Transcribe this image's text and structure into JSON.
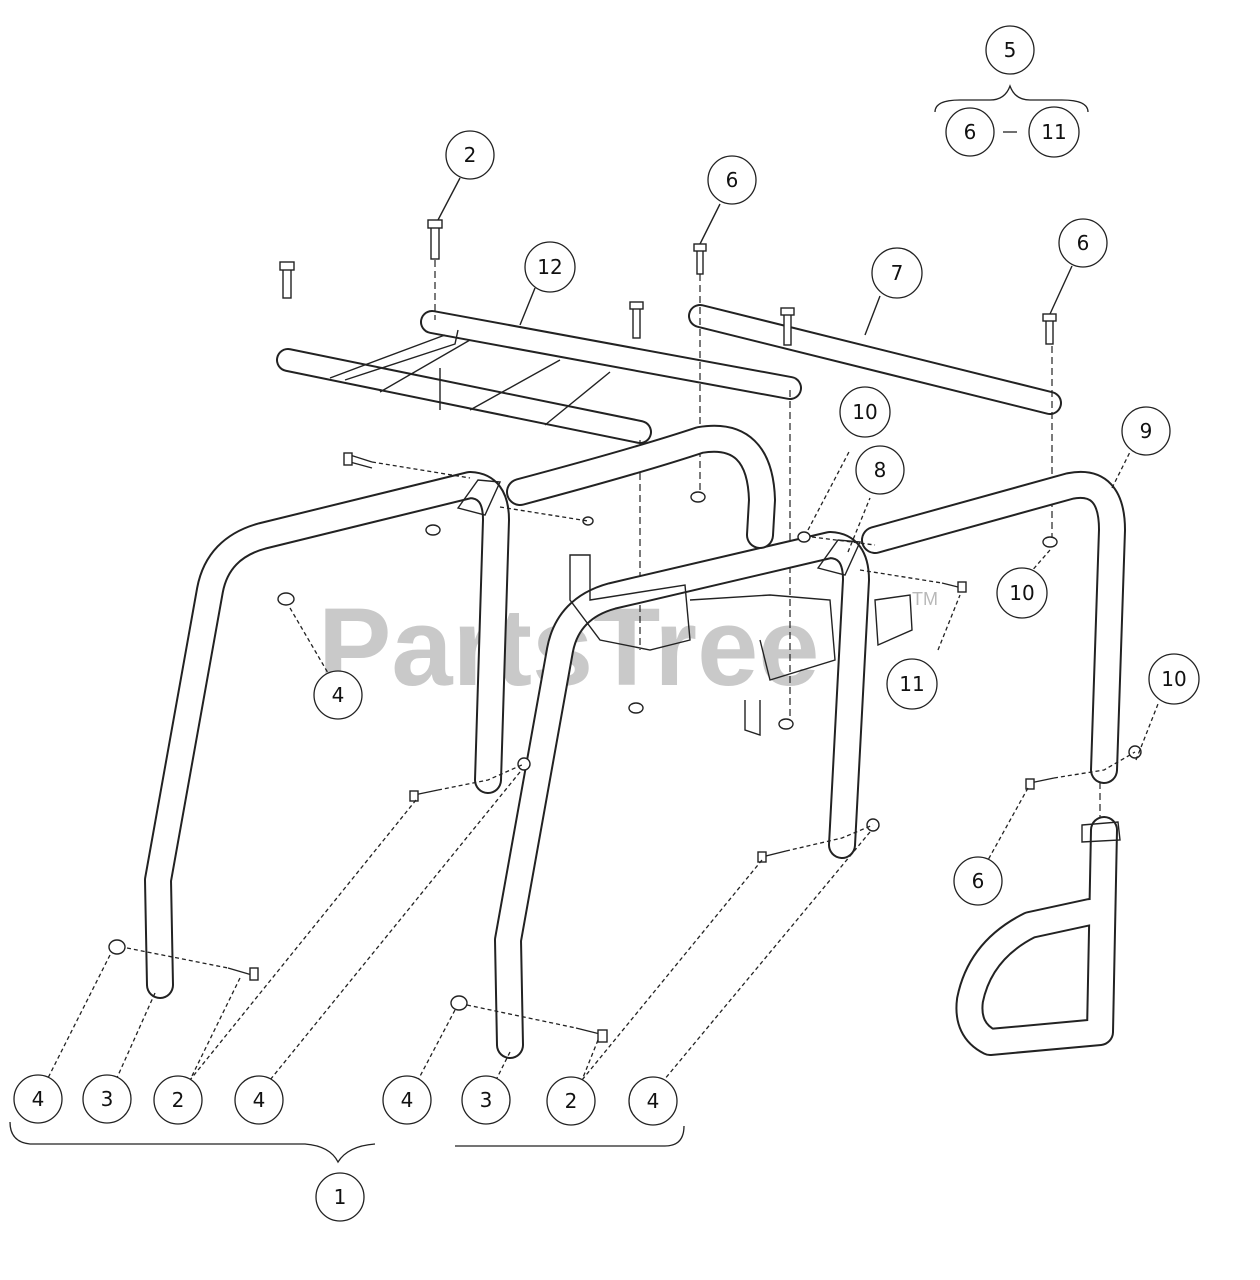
{
  "watermark": {
    "text": "PartsTree",
    "tm": "TM"
  },
  "callouts": {
    "c5": "5",
    "c6a": "6",
    "c11a": "11",
    "c2top": "2",
    "c6b": "6",
    "c12": "12",
    "c7": "7",
    "c6c": "6",
    "c10a": "10",
    "c8": "8",
    "c9": "9",
    "c10b": "10",
    "c11b": "11",
    "c4mid": "4",
    "c10c": "10",
    "c6d": "6",
    "b4a": "4",
    "b3a": "3",
    "b2a": "2",
    "b4b": "4",
    "b4c": "4",
    "b3b": "3",
    "b2b": "2",
    "b4d": "4",
    "c1": "1"
  }
}
